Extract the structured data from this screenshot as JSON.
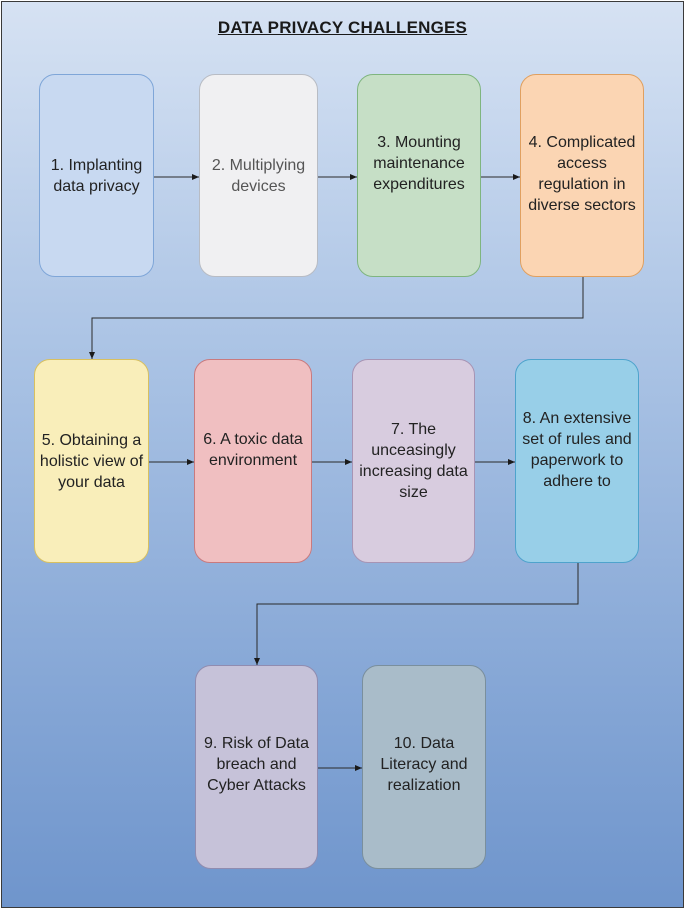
{
  "title": "DATA PRIVACY CHALLENGES",
  "colors": {
    "box1": "#c8d9f1",
    "box2": "#f0f0f2",
    "box3": "#c6dfc6",
    "box4": "#fbd5b3",
    "box5": "#f9eeba",
    "box6": "#f0bfc1",
    "box7": "#d8ccdf",
    "box8": "#98cfe8",
    "box9": "#c6c2d9",
    "box10": "#a9bcc9"
  },
  "steps": [
    {
      "label": "1. Implanting data privacy"
    },
    {
      "label": "2. Multiplying devices"
    },
    {
      "label": "3. Mounting maintenance expenditures"
    },
    {
      "label": "4. Complicated access regulation in diverse sectors"
    },
    {
      "label": "5. Obtaining a holistic view of your data"
    },
    {
      "label": "6. A toxic data environment"
    },
    {
      "label": "7. The unceasingly increasing data size"
    },
    {
      "label": "8. An extensive set of rules and paperwork to adhere to"
    },
    {
      "label": "9. Risk of Data breach and Cyber Attacks"
    },
    {
      "label": "10. Data Literacy and realization"
    }
  ]
}
